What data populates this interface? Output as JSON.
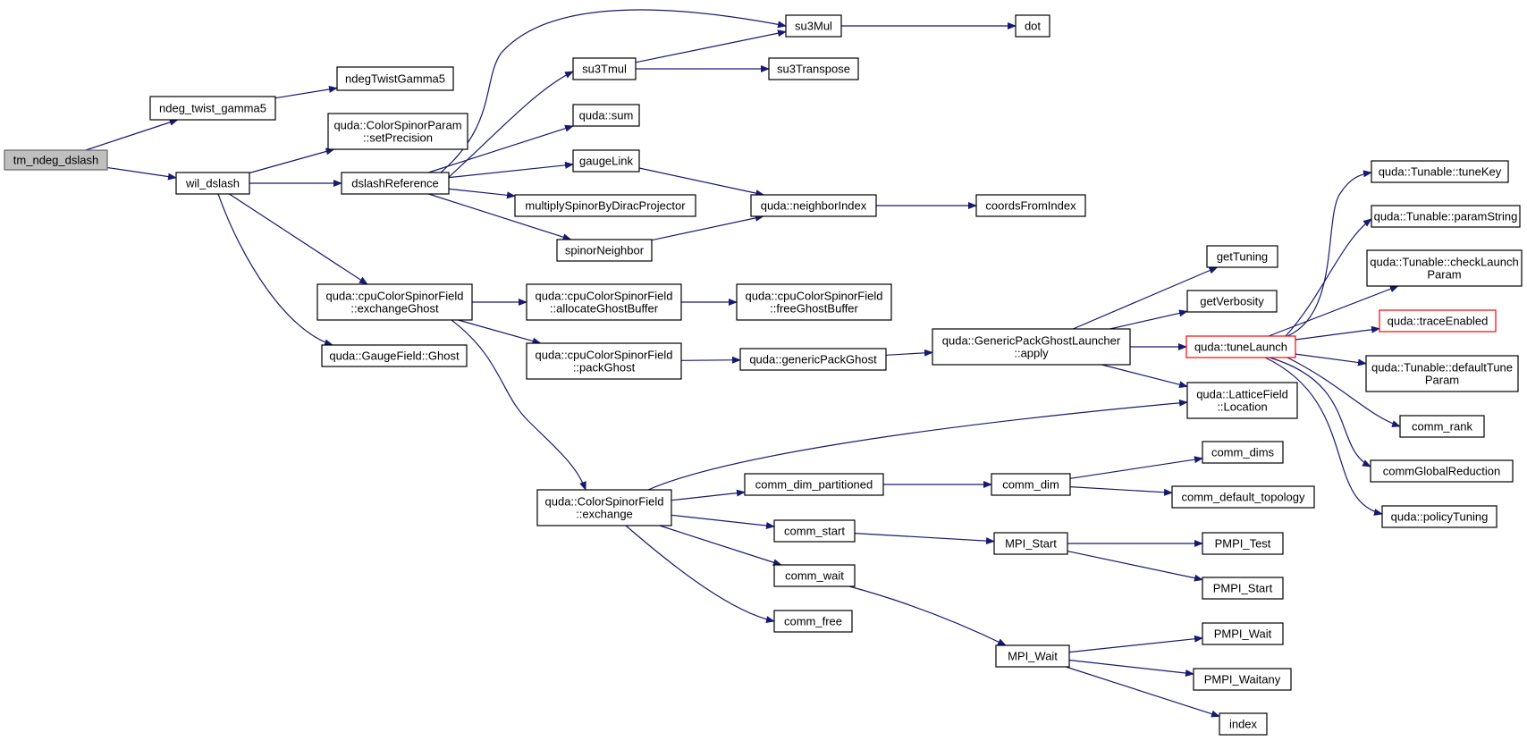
{
  "colors": {
    "edge": "#191970",
    "node_border": "#000000",
    "root_fill": "#bfbfbf",
    "truncated_border": "#ff0000"
  },
  "nodes": {
    "tm_ndeg_dslash": [
      "tm_ndeg_dslash"
    ],
    "ndeg_twist_gamma5": [
      "ndeg_twist_gamma5"
    ],
    "ndegTwistGamma5": [
      "ndegTwistGamma5"
    ],
    "wil_dslash": [
      "wil_dslash"
    ],
    "setPrecision": [
      "quda::ColorSpinorParam",
      "::setPrecision"
    ],
    "dslashReference": [
      "dslashReference"
    ],
    "su3Mul": [
      "su3Mul"
    ],
    "dot": [
      "dot"
    ],
    "su3Tmul": [
      "su3Tmul"
    ],
    "su3Transpose": [
      "su3Transpose"
    ],
    "quda_sum": [
      "quda::sum"
    ],
    "gaugeLink": [
      "gaugeLink"
    ],
    "neighborIndex": [
      "quda::neighborIndex"
    ],
    "coordsFromIndex": [
      "coordsFromIndex"
    ],
    "multiplySpinor": [
      "multiplySpinorByDiracProjector"
    ],
    "spinorNeighbor": [
      "spinorNeighbor"
    ],
    "exchangeGhost": [
      "quda::cpuColorSpinorField",
      "::exchangeGhost"
    ],
    "gaugeGhost": [
      "quda::GaugeField::Ghost"
    ],
    "allocateGhostBuffer": [
      "quda::cpuColorSpinorField",
      "::allocateGhostBuffer"
    ],
    "freeGhostBuffer": [
      "quda::cpuColorSpinorField",
      "::freeGhostBuffer"
    ],
    "packGhost": [
      "quda::cpuColorSpinorField",
      "::packGhost"
    ],
    "genericPackGhost": [
      "quda::genericPackGhost"
    ],
    "launcherApply": [
      "quda::GenericPackGhostLauncher",
      "::apply"
    ],
    "getTuning": [
      "getTuning"
    ],
    "getVerbosity": [
      "getVerbosity"
    ],
    "tuneLaunch": [
      "quda::tuneLaunch"
    ],
    "location": [
      "quda::LatticeField",
      "::Location"
    ],
    "tuneKey": [
      "quda::Tunable::tuneKey"
    ],
    "paramString": [
      "quda::Tunable::paramString"
    ],
    "checkLaunchParam": [
      "quda::Tunable::checkLaunch",
      "Param"
    ],
    "traceEnabled": [
      "quda::traceEnabled"
    ],
    "defaultTuneParam": [
      "quda::Tunable::defaultTune",
      "Param"
    ],
    "comm_rank": [
      "comm_rank"
    ],
    "commGlobalReduction": [
      "commGlobalReduction"
    ],
    "policyTuning": [
      "quda::policyTuning"
    ],
    "csfExchange": [
      "quda::ColorSpinorField",
      "::exchange"
    ],
    "comm_dim_partitioned": [
      "comm_dim_partitioned"
    ],
    "comm_dim": [
      "comm_dim"
    ],
    "comm_dims": [
      "comm_dims"
    ],
    "comm_default_topology": [
      "comm_default_topology"
    ],
    "comm_start": [
      "comm_start"
    ],
    "MPI_Start": [
      "MPI_Start"
    ],
    "PMPI_Test": [
      "PMPI_Test"
    ],
    "PMPI_Start": [
      "PMPI_Start"
    ],
    "comm_wait": [
      "comm_wait"
    ],
    "comm_free": [
      "comm_free"
    ],
    "MPI_Wait": [
      "MPI_Wait"
    ],
    "PMPI_Wait": [
      "PMPI_Wait"
    ],
    "PMPI_Waitany": [
      "PMPI_Waitany"
    ],
    "index": [
      "index"
    ]
  },
  "edges": [
    [
      "tm_ndeg_dslash",
      "ndeg_twist_gamma5"
    ],
    [
      "tm_ndeg_dslash",
      "wil_dslash"
    ],
    [
      "ndeg_twist_gamma5",
      "ndegTwistGamma5"
    ],
    [
      "wil_dslash",
      "setPrecision"
    ],
    [
      "wil_dslash",
      "dslashReference"
    ],
    [
      "wil_dslash",
      "exchangeGhost"
    ],
    [
      "wil_dslash",
      "gaugeGhost"
    ],
    [
      "dslashReference",
      "su3Mul"
    ],
    [
      "dslashReference",
      "su3Tmul"
    ],
    [
      "dslashReference",
      "quda_sum"
    ],
    [
      "dslashReference",
      "gaugeLink"
    ],
    [
      "dslashReference",
      "multiplySpinor"
    ],
    [
      "dslashReference",
      "spinorNeighbor"
    ],
    [
      "su3Mul",
      "dot"
    ],
    [
      "su3Tmul",
      "su3Mul"
    ],
    [
      "su3Tmul",
      "su3Transpose"
    ],
    [
      "gaugeLink",
      "neighborIndex"
    ],
    [
      "spinorNeighbor",
      "neighborIndex"
    ],
    [
      "neighborIndex",
      "coordsFromIndex"
    ],
    [
      "exchangeGhost",
      "allocateGhostBuffer"
    ],
    [
      "exchangeGhost",
      "packGhost"
    ],
    [
      "exchangeGhost",
      "csfExchange"
    ],
    [
      "allocateGhostBuffer",
      "freeGhostBuffer"
    ],
    [
      "packGhost",
      "genericPackGhost"
    ],
    [
      "genericPackGhost",
      "launcherApply"
    ],
    [
      "launcherApply",
      "getTuning"
    ],
    [
      "launcherApply",
      "getVerbosity"
    ],
    [
      "launcherApply",
      "tuneLaunch"
    ],
    [
      "launcherApply",
      "location"
    ],
    [
      "tuneLaunch",
      "tuneKey"
    ],
    [
      "tuneLaunch",
      "paramString"
    ],
    [
      "tuneLaunch",
      "checkLaunchParam"
    ],
    [
      "tuneLaunch",
      "traceEnabled"
    ],
    [
      "tuneLaunch",
      "defaultTuneParam"
    ],
    [
      "tuneLaunch",
      "comm_rank"
    ],
    [
      "tuneLaunch",
      "commGlobalReduction"
    ],
    [
      "tuneLaunch",
      "policyTuning"
    ],
    [
      "csfExchange",
      "location"
    ],
    [
      "csfExchange",
      "comm_dim_partitioned"
    ],
    [
      "csfExchange",
      "comm_start"
    ],
    [
      "csfExchange",
      "comm_wait"
    ],
    [
      "csfExchange",
      "comm_free"
    ],
    [
      "comm_dim_partitioned",
      "comm_dim"
    ],
    [
      "comm_dim",
      "comm_dims"
    ],
    [
      "comm_dim",
      "comm_default_topology"
    ],
    [
      "comm_start",
      "MPI_Start"
    ],
    [
      "MPI_Start",
      "PMPI_Test"
    ],
    [
      "MPI_Start",
      "PMPI_Start"
    ],
    [
      "comm_wait",
      "MPI_Wait"
    ],
    [
      "MPI_Wait",
      "PMPI_Wait"
    ],
    [
      "MPI_Wait",
      "PMPI_Waitany"
    ],
    [
      "MPI_Wait",
      "index"
    ]
  ]
}
